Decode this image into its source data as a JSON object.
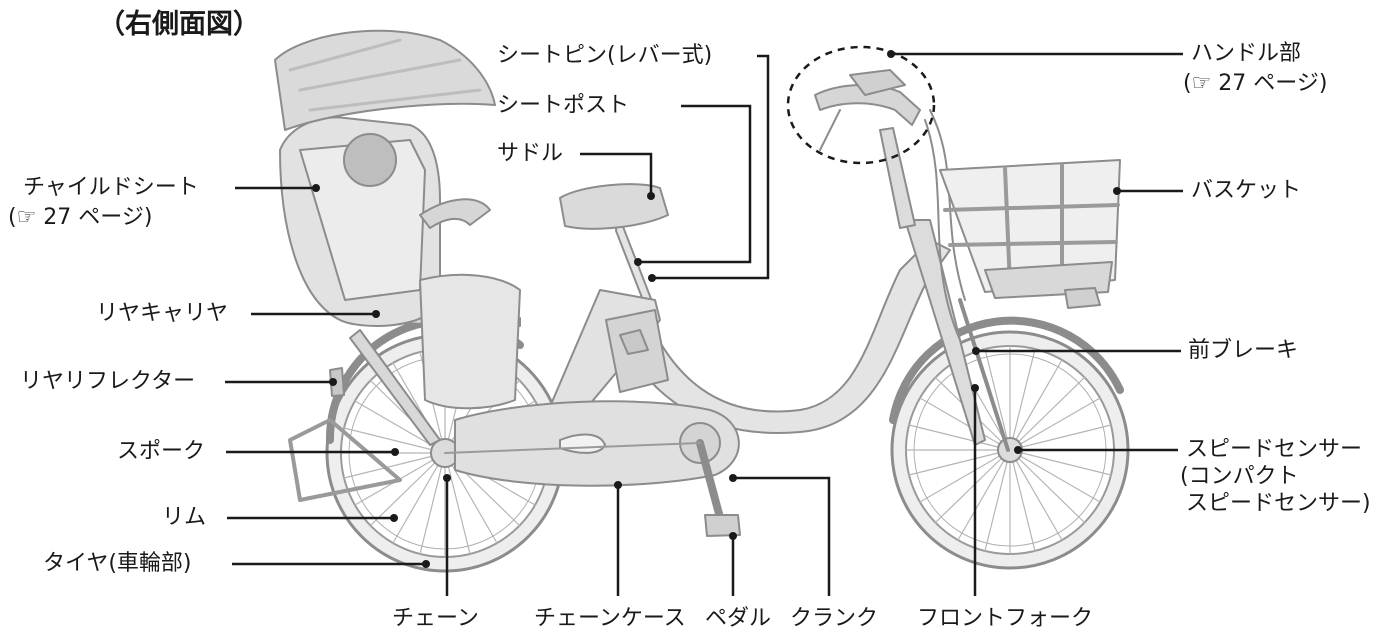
{
  "title": "（右側面図）",
  "labels": {
    "seat_pin": "シートピン(レバー式)",
    "seat_post": "シートポスト",
    "saddle": "サドル",
    "handle": "ハンドル部",
    "handle_ref": "(☞ 27 ページ)",
    "basket": "バスケット",
    "child_seat": "チャイルドシート",
    "child_seat_ref": "(☞ 27 ページ)",
    "rear_carrier": "リヤキャリヤ",
    "rear_reflector": "リヤリフレクター",
    "spoke": "スポーク",
    "rim": "リム",
    "tire": "タイヤ(車輪部)",
    "front_brake": "前ブレーキ",
    "speed_sensor_1": "スピードセンサー",
    "speed_sensor_2": "(コンパクト",
    "speed_sensor_3": "スピードセンサー)",
    "chain": "チェーン",
    "chain_case": "チェーンケース",
    "pedal": "ペダル",
    "crank": "クランク",
    "front_fork": "フロントフォーク"
  }
}
